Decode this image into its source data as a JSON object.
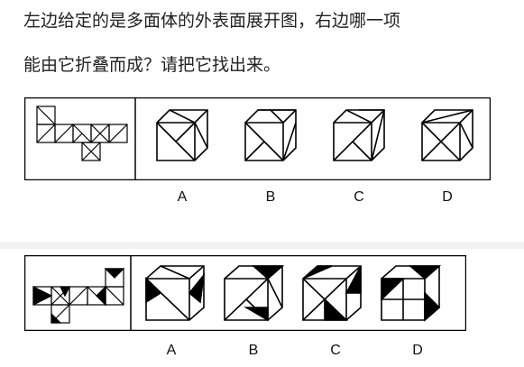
{
  "question": {
    "line1": "左边给定的是多面体的外表面展开图，右边哪一项",
    "line2": "能由它折叠而成？请把它找出来。"
  },
  "puzzle1": {
    "options": [
      "A",
      "B",
      "C",
      "D"
    ]
  },
  "puzzle2": {
    "options": [
      "A",
      "B",
      "C",
      "D"
    ]
  }
}
